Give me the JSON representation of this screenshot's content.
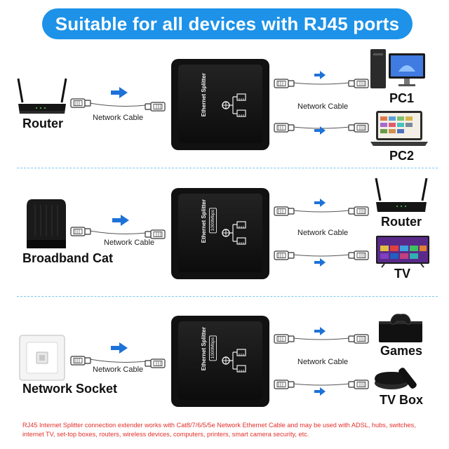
{
  "banner": {
    "title": "Suitable for all devices with RJ45 ports"
  },
  "sections": [
    {
      "source": "Router",
      "cable_in": "Network Cable",
      "cable_out": "Network Cable",
      "outputs": [
        "PC1",
        "PC2"
      ]
    },
    {
      "source": "Broadband Cat",
      "cable_in": "Network Cable",
      "cable_out": "Network Cable",
      "outputs": [
        "Router",
        "TV"
      ]
    },
    {
      "source": "Network Socket",
      "cable_in": "Network Cable",
      "cable_out": "Network Cable",
      "outputs": [
        "Games",
        "TV Box"
      ]
    }
  ],
  "splitter": {
    "label": "Ethernet Splitter",
    "speed": "1000Mbps"
  },
  "footnote": "RJ45 Internet Splitter connection extender works with Cat8/7/6/5/5e Network Ethernet Cable and may be used with ADSL, hubs, switches, internet TV, set-top boxes, routers, wireless devices, computers, printers, smart camera security, etc.",
  "colors": {
    "banner": "#1d92e8",
    "arrow": "#1d72d8",
    "divider": "#7dc6f0",
    "footnote": "#e0302a"
  },
  "icons": [
    "router-icon",
    "computer-icon",
    "laptop-icon",
    "modem-icon",
    "tv-icon",
    "wall-socket-icon",
    "game-console-icon",
    "tv-box-icon",
    "ethernet-plug-icon",
    "arrow-right-icon",
    "network-icon"
  ]
}
